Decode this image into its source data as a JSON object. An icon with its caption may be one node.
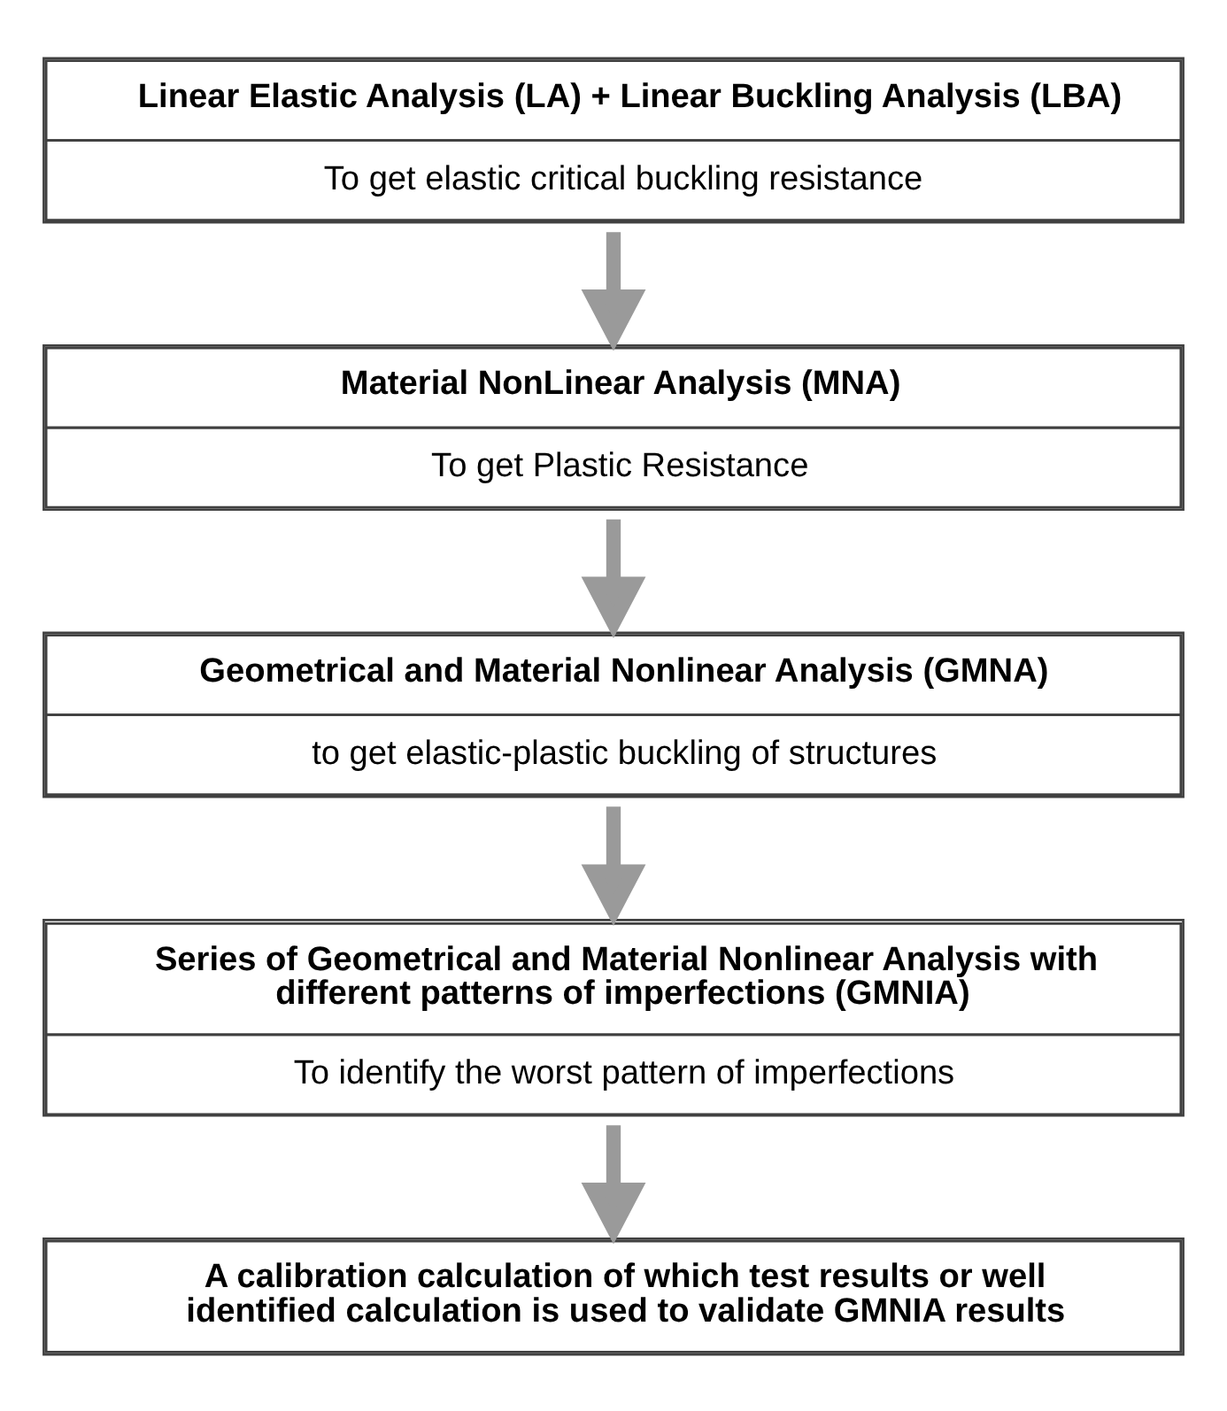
{
  "diagram": {
    "nodes": [
      {
        "text": [
          "Linear Elastic Analysis (LA) + Linear Buckling Analysis (LBA)",
          "To get elastic critical buckling resistance"
        ]
      },
      {
        "text": [
          "Material NonLinear Analysis (MNA)",
          "To get Plastic Resistance"
        ]
      },
      {
        "text": [
          "Geometrical and Material Nonlinear Analysis (GMNA)",
          "to get elastic-plastic buckling of structures"
        ]
      },
      {
        "text": [
          "Series of Geometrical and Material Nonlinear Analysis with different patterns of imperfections (GMNIA)",
          "To identify the worst pattern of imperfections"
        ]
      },
      {
        "text": [
          "A calibration calculation of which test results or well identified calculation is used to validate GMNIA results"
        ]
      }
    ],
    "edges": [
      {
        "from": 0,
        "to": 1,
        "arrow": "to"
      },
      {
        "from": 1,
        "to": 2,
        "arrow": "to"
      },
      {
        "from": 2,
        "to": 3,
        "arrow": "to"
      },
      {
        "from": 3,
        "to": 4,
        "arrow": "to"
      }
    ]
  }
}
